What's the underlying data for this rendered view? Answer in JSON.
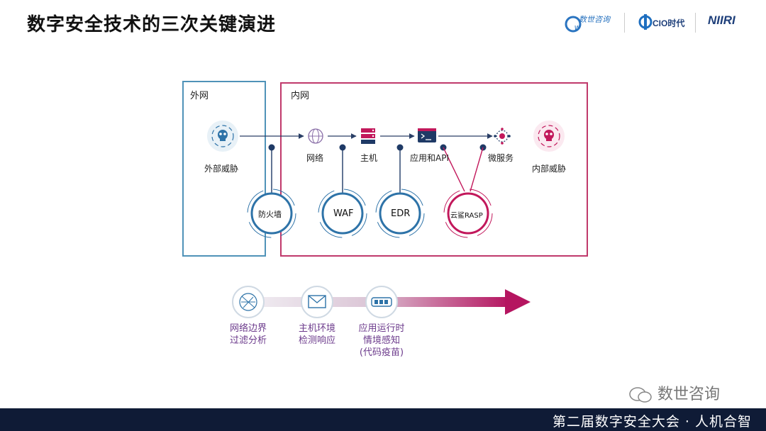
{
  "title": "数字安全技术的三次关键演进",
  "logos": {
    "logo1_text": "数世咨询",
    "logo2_text": "CIO时代",
    "logo3_text": "NIIRI"
  },
  "diagram": {
    "outer_label": "外网",
    "inner_label": "内网",
    "external_threat": "外部威胁",
    "internal_threat": "内部威胁",
    "nodes": [
      "网络",
      "主机",
      "应用和API",
      "微服务"
    ],
    "defenses": [
      "防火墙",
      "WAF",
      "EDR",
      "云鲨RASP"
    ]
  },
  "evolution": {
    "stages": [
      {
        "lines": [
          "网络边界",
          "过滤分析"
        ]
      },
      {
        "lines": [
          "主机环境",
          "检测响应"
        ]
      },
      {
        "lines": [
          "应用运行时",
          "情境感知",
          "(代码疫苗)"
        ]
      }
    ]
  },
  "watermark": "数世咨询",
  "footer": "第二届数字安全大会 · 人机合智",
  "colors": {
    "blue": "#2e73a8",
    "magenta": "#c2185b",
    "navy": "#1f3a66",
    "purple_text": "#6c3b8c",
    "footer_bg": "#0f1b36"
  }
}
